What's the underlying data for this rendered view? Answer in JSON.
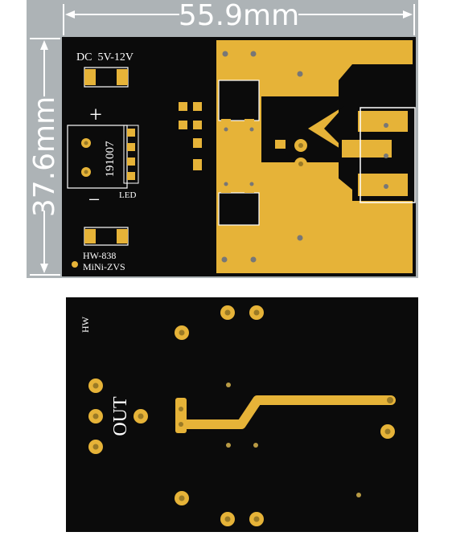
{
  "top_board": {
    "width_dimension": "55.9mm",
    "height_dimension": "37.6mm",
    "power_label": "DC  5V-12V",
    "plus_sign": "+",
    "minus_sign": "−",
    "date_code": "191007",
    "led_label": "LED",
    "model_label": "HW-838",
    "name_label": "MiNi-ZVS"
  },
  "bottom_board": {
    "hw_label": "HW",
    "out_label": "OUT"
  },
  "colors": {
    "board": "#0b0b0b",
    "copper": "#e6b338",
    "silkscreen": "#ffffff",
    "frame": "#aeb4b8",
    "via": "#999999"
  }
}
